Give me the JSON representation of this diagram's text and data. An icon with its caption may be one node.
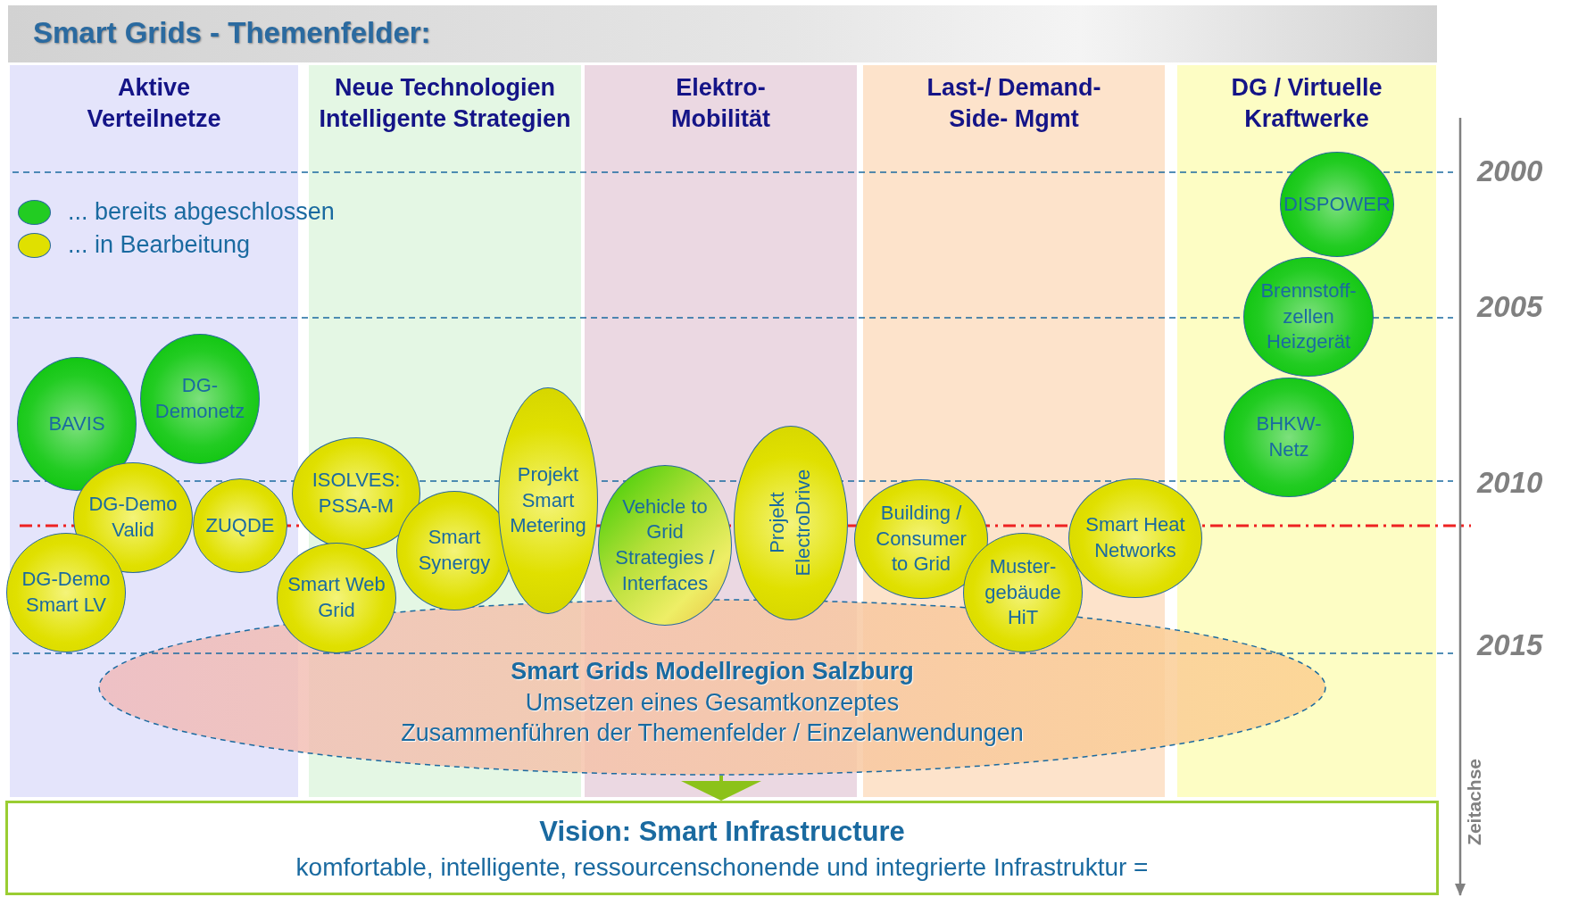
{
  "diagram": {
    "title": "Smart Grids - Themenfelder:",
    "nodes": [
      {
        "text": [
          "Aktive Verteilnetze"
        ]
      },
      {
        "text": [
          "BAVIS"
        ],
        "in": 0
      },
      {
        "text": [
          "DG- Demonetz"
        ],
        "in": 0
      },
      {
        "text": [
          "DG-Demo Valid"
        ],
        "in": 0
      },
      {
        "text": [
          "ZUQDE"
        ],
        "in": 0
      },
      {
        "text": [
          "DG-Demo Smart LV"
        ],
        "in": 0
      },
      {
        "text": [
          "Neue Technologien Intelligente Strategien"
        ]
      },
      {
        "text": [
          "ISOLVES: PSSA-M"
        ],
        "in": 6
      },
      {
        "text": [
          "Smart Synergy"
        ],
        "in": 6
      },
      {
        "text": [
          "Smart Web Grid"
        ]
      },
      {
        "text": [
          "Projekt Smart Metering"
        ]
      },
      {
        "text": [
          "Elektro- Mobilität"
        ]
      },
      {
        "text": [
          "Vehicle to Grid Strategies / Interfaces"
        ],
        "in": 11
      },
      {
        "text": [
          "Projekt ElectroDrive"
        ],
        "in": 11
      },
      {
        "text": [
          "Last-/ Demand-Side- Mgmt"
        ]
      },
      {
        "text": [
          "Building / Consumer to Grid"
        ],
        "in": 14
      },
      {
        "text": [
          "Smart Heat Networks"
        ]
      },
      {
        "text": [
          "Muster- gebäude HiT"
        ],
        "in": 14
      },
      {
        "text": [
          "DG / Virtuelle Kraftwerke"
        ]
      },
      {
        "text": [
          "DISPOWER"
        ],
        "in": 18
      },
      {
        "text": [
          "Brennstoff- zellen Heizgerät"
        ],
        "in": 18
      },
      {
        "text": [
          "BHKW- Netz"
        ],
        "in": 18
      },
      {
        "text": [
          "Smart Grids Modellregion Salzburg",
          "Umsetzen eines Gesamtkonzeptes",
          "Zusammenführen der Themenfelder / Einzelanwendungen"
        ]
      },
      {
        "text": [
          "Vision: Smart Infrastructure",
          "komfortable, intelligente, ressourcenschonende und integrierte Infrastruktur ="
        ]
      }
    ],
    "edges": [
      {
        "from": 22,
        "to": 23,
        "arrow": "to",
        "color": "#8cc21a"
      }
    ],
    "labels": [
      "2000",
      "2005",
      "2010",
      "2015",
      "Zeitachse"
    ],
    "legend": [
      {
        "text": "... bereits abgeschlossen",
        "color": "#22cc22"
      },
      {
        "text": "... in Bearbeitung",
        "color": "#e0e000"
      }
    ]
  }
}
